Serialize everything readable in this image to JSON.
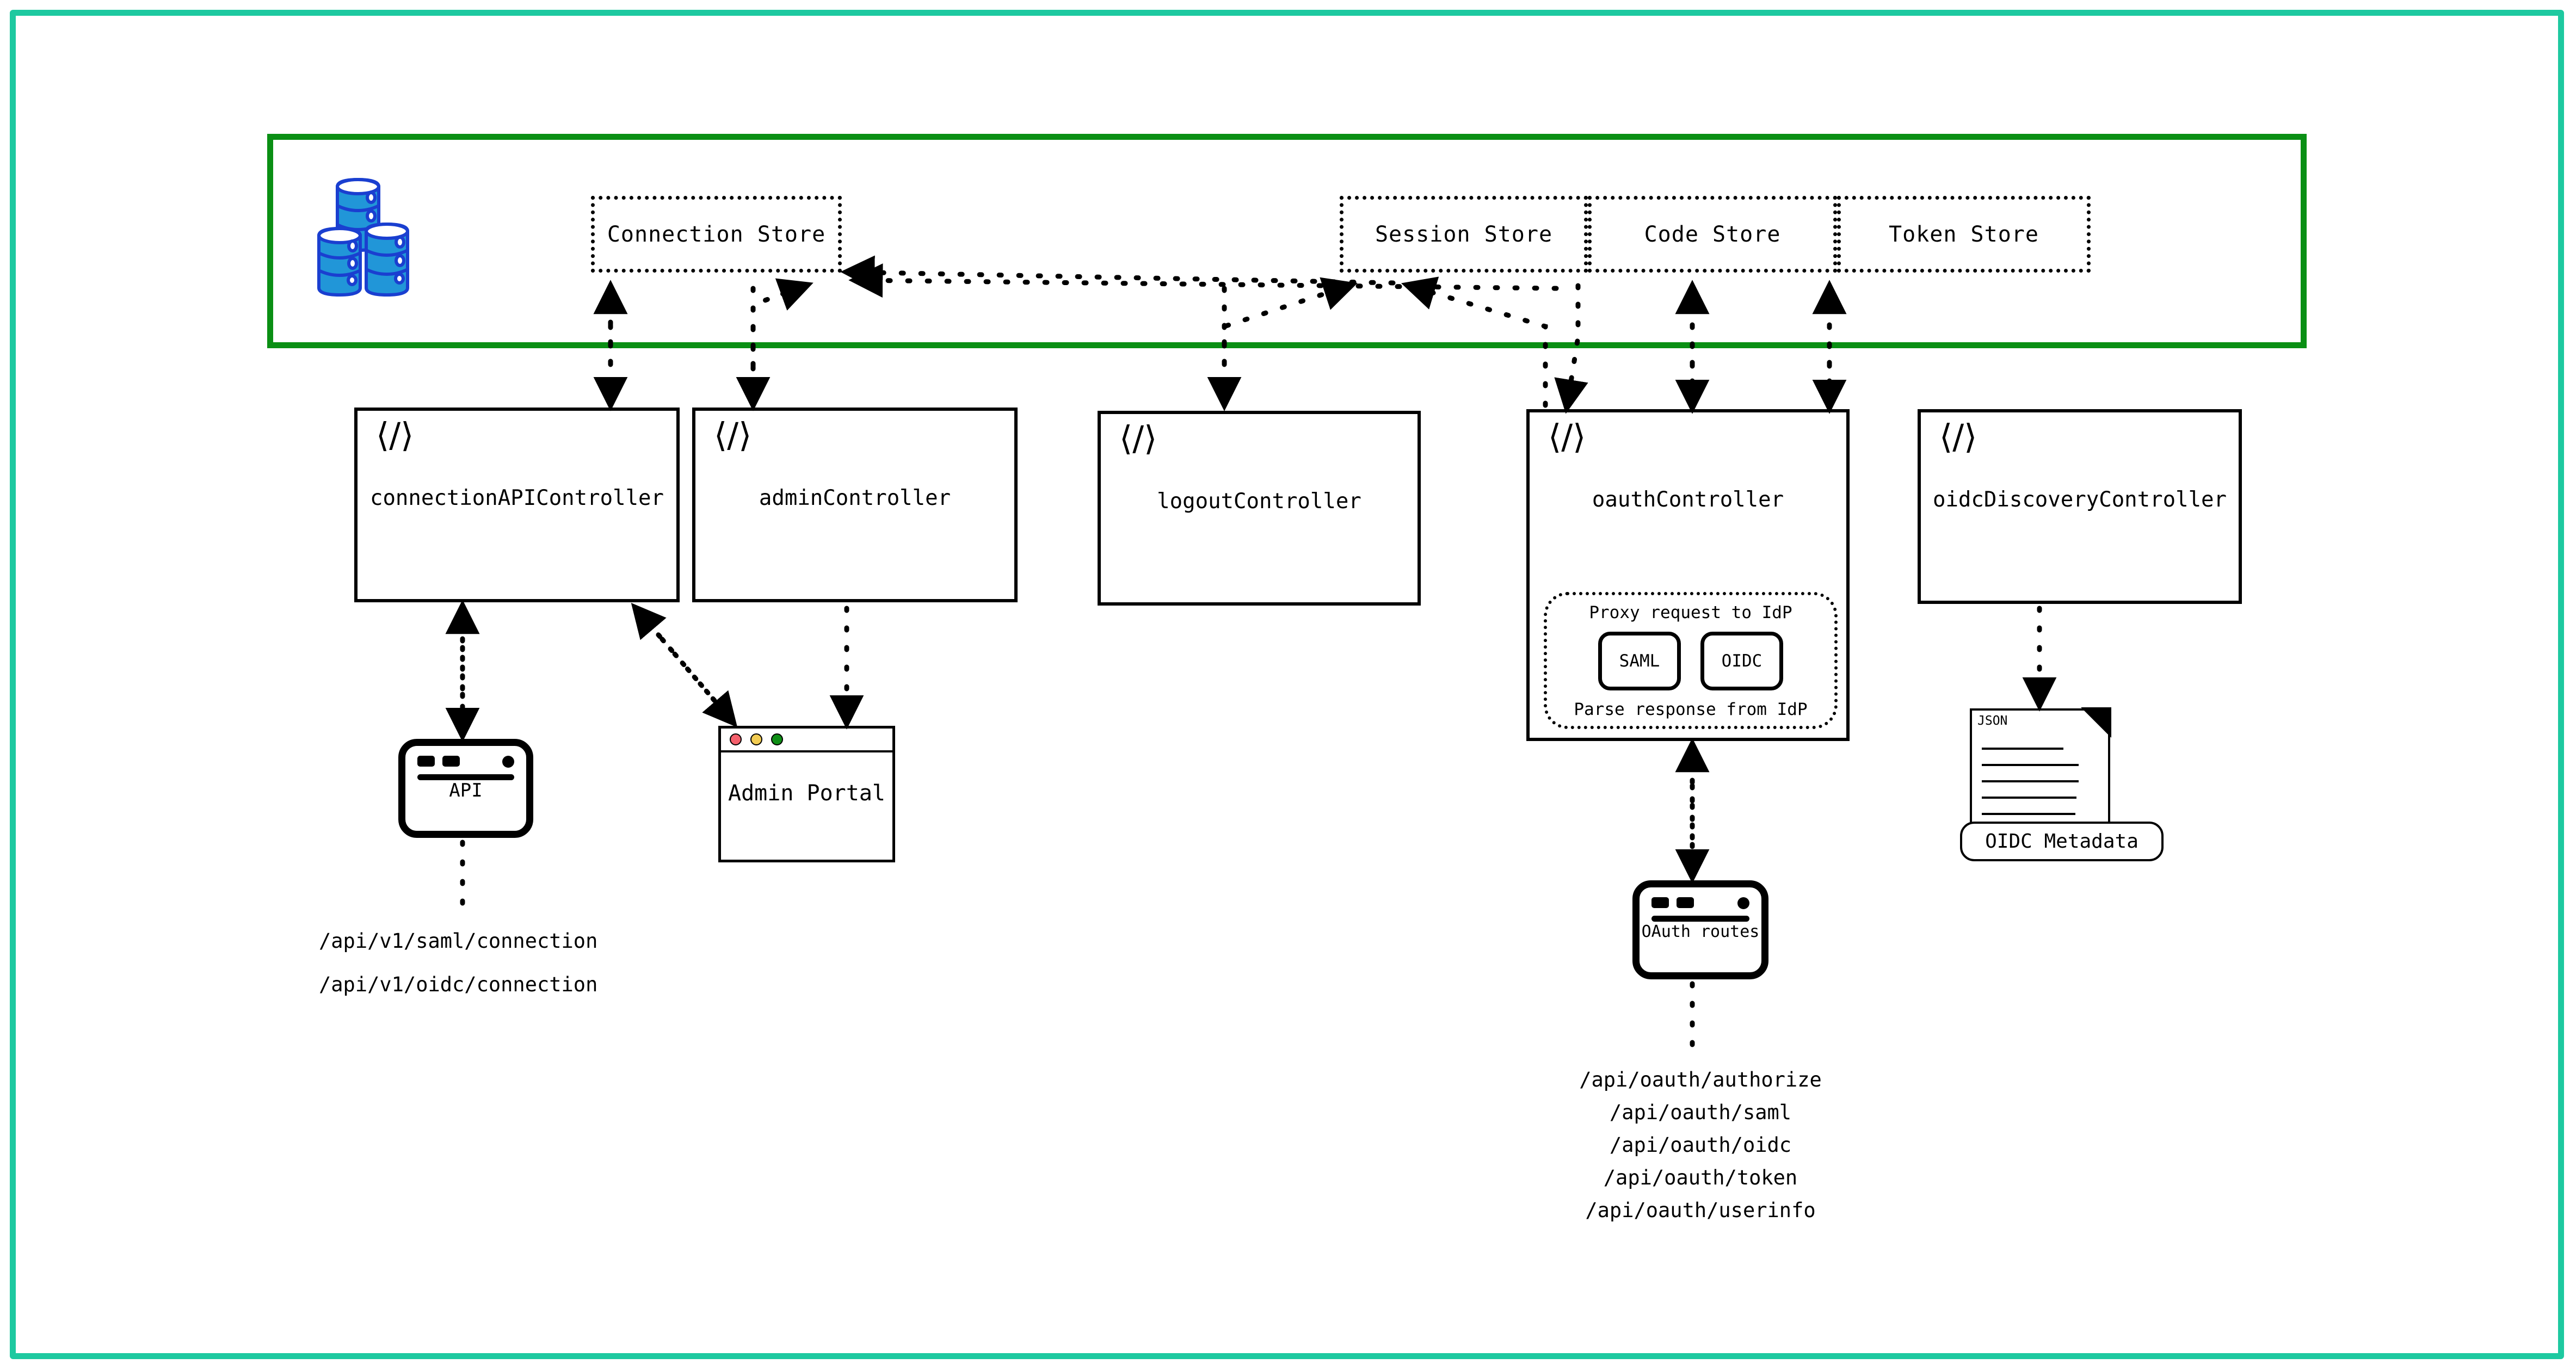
{
  "colors": {
    "outer_frame": "#1ec9a0",
    "store_container": "#0a8f14",
    "db_fill": "#2196d8",
    "db_stroke": "#1a3fd0",
    "traffic_red": "#f4606c",
    "traffic_yellow": "#f2cc52",
    "traffic_green": "#0f8f16",
    "ink": "#000000"
  },
  "stores": [
    {
      "id": "connection-store",
      "label": "Connection Store"
    },
    {
      "id": "session-store",
      "label": "Session Store"
    },
    {
      "id": "code-store",
      "label": "Code Store"
    },
    {
      "id": "token-store",
      "label": "Token Store"
    }
  ],
  "db_icon": {
    "name": "database-stack-icon",
    "count": 3
  },
  "controllers": [
    {
      "id": "connection-api-controller",
      "label": "connectionAPIController",
      "icon": "code-icon"
    },
    {
      "id": "admin-controller",
      "label": "adminController",
      "icon": "code-icon"
    },
    {
      "id": "logout-controller",
      "label": "logoutController",
      "icon": "code-icon"
    },
    {
      "id": "oauth-controller",
      "label": "oauthController",
      "icon": "code-icon"
    },
    {
      "id": "oidc-discovery-controller",
      "label": "oidcDiscoveryController",
      "icon": "code-icon"
    }
  ],
  "oauth_inner": {
    "top_text": "Proxy request to IdP",
    "bottom_text": "Parse response from IdP",
    "protocols": [
      {
        "id": "saml-chip",
        "label": "SAML"
      },
      {
        "id": "oidc-chip",
        "label": "OIDC"
      }
    ]
  },
  "clients": {
    "api_window": {
      "label": "API",
      "icon": "browser-window-icon"
    },
    "admin_portal": {
      "label": "Admin Portal",
      "icon": "mac-window-icon"
    },
    "oauth_routes": {
      "label": "OAuth routes",
      "icon": "browser-window-icon"
    },
    "oidc_metadata": {
      "doc_tag": "JSON",
      "label": "OIDC Metadata",
      "icon": "json-document-icon"
    }
  },
  "endpoints": {
    "connection_api": [
      "/api/v1/saml/connection",
      "/api/v1/oidc/connection"
    ],
    "oauth": [
      "/api/oauth/authorize",
      "/api/oauth/saml",
      "/api/oauth/oidc",
      "/api/oauth/token",
      "/api/oauth/userinfo"
    ]
  }
}
